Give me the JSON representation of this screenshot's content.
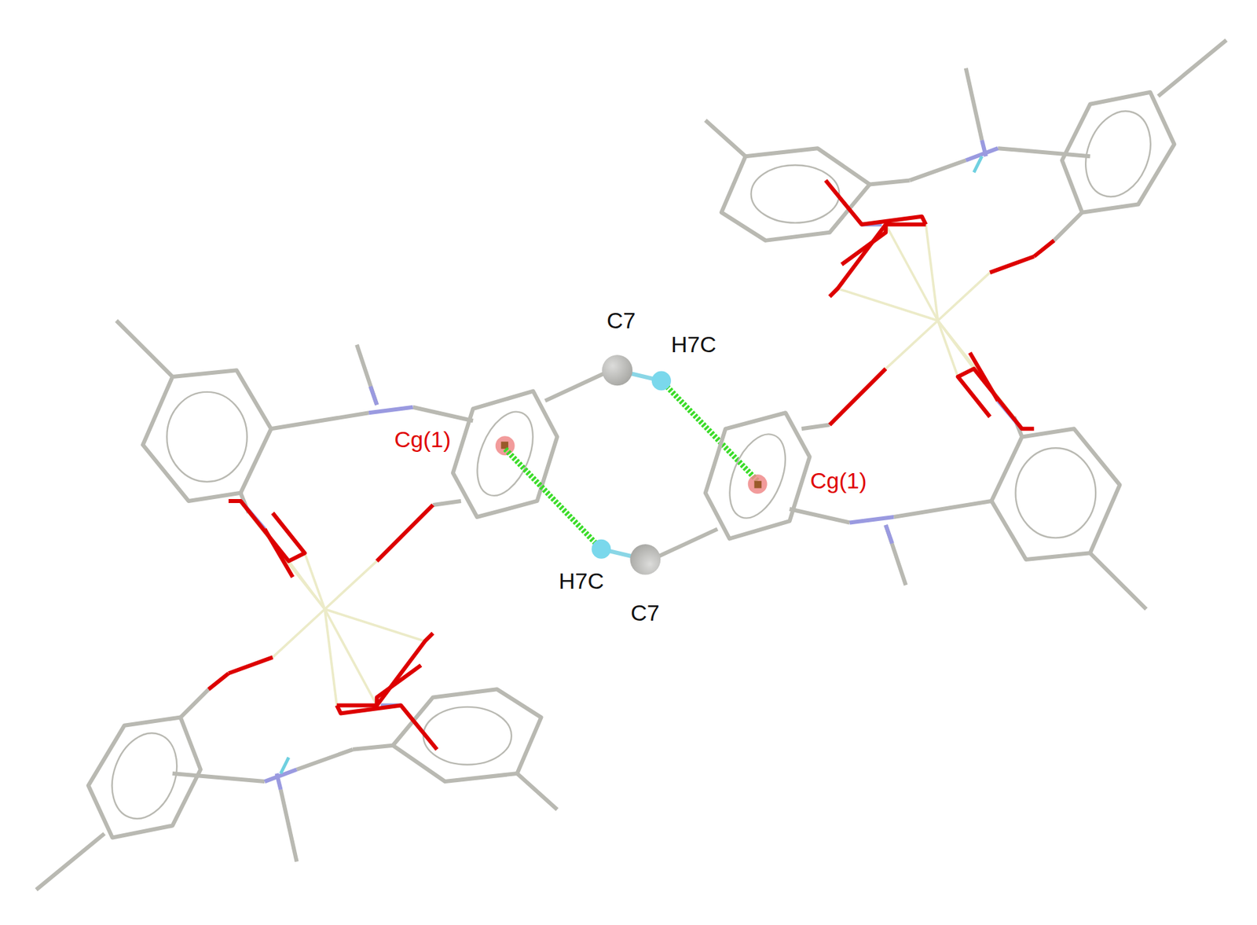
{
  "diagram": {
    "labels": [
      "C7",
      "H7C",
      "Cg(1)",
      "Cg(1)",
      "H7C",
      "C7"
    ]
  }
}
